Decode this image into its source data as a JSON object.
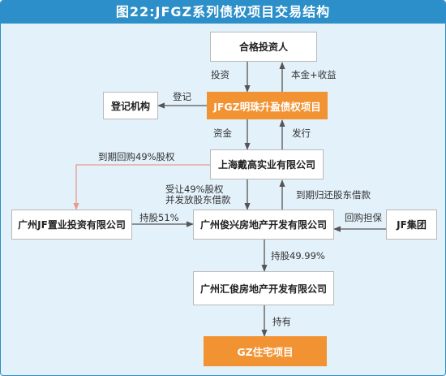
{
  "title": "图22:JFGZ系列债权项目交易结构",
  "nodes": {
    "investor": "合格投资人",
    "product": "JFGZ明珠升盈债权项目",
    "registry": "登记机构",
    "shanghai": "上海戴高实业有限公司",
    "jf_zhiye": "广州JF置业投资有限公司",
    "junxing": "广州俊兴房地产开发有限公司",
    "jf_group": "JF集团",
    "huijun": "广州汇俊房地产开发有限公司",
    "gz_project": "GZ住宅项目"
  },
  "edges": {
    "invest": "投资",
    "principal_income": "本金+收益",
    "register": "登记",
    "funds": "资金",
    "issue": "发行",
    "repurchase": "到期回购49%股权",
    "transfer_line1": "受让49%股权",
    "transfer_line2": "并发放股东借款",
    "repay": "到期归还股东借款",
    "hold51": "持股51%",
    "guarantee": "回购担保",
    "hold4999": "持股49.99%",
    "hold": "持有"
  },
  "colors": {
    "header": "#2c8fc9",
    "background": "#e3f1fa",
    "highlight": "#f29333",
    "arrow": "#555555",
    "repurchase_arrow": "#e79b8f"
  }
}
